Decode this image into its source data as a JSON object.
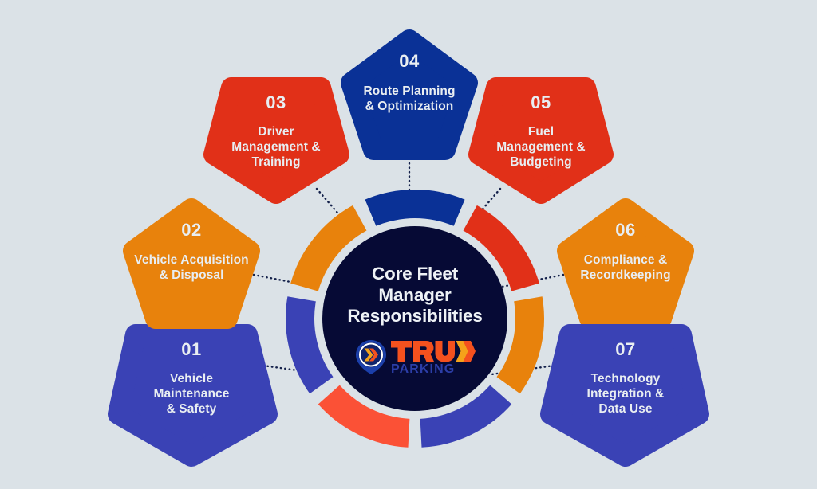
{
  "background_color": "#dbe2e7",
  "center": {
    "title": "Core Fleet\nManager\nResponsibilities",
    "disc_color": "#060a35",
    "title_color": "#eef2f6",
    "logo": {
      "wordmark": "TRUX",
      "subtext": "PARKING",
      "pin_glyph": "X",
      "wordmark_color": "#f4511e",
      "subtext_color": "#2c3ea8",
      "pin_color": "#1b3faa",
      "pin_accent_color": "#f5a21a"
    }
  },
  "ring": {
    "segments": [
      {
        "id": "seg-04",
        "color": "#0a3196",
        "label": "Route Planning & Optimization"
      },
      {
        "id": "seg-05",
        "color": "#e13018",
        "label": "Fuel Management & Budgeting"
      },
      {
        "id": "seg-06",
        "color": "#e8820c",
        "label": "Compliance & Recordkeeping"
      },
      {
        "id": "seg-07",
        "color": "#3a42b5",
        "label": "Technology Integration & Data Use"
      },
      {
        "id": "seg-01",
        "color": "#fb5136",
        "label": "Vehicle Maintenance & Safety"
      },
      {
        "id": "seg-02",
        "color": "#3a42b5",
        "label": "Vehicle Acquisition & Disposal"
      },
      {
        "id": "seg-03",
        "color": "#e8820c",
        "label": "Driver Management & Training"
      }
    ],
    "connector_color": "#13204a",
    "connector_style": "dotted"
  },
  "nodes": [
    {
      "id": "node-01",
      "number": "01",
      "title": "Vehicle\nMaintenance\n& Safety",
      "color": "#3a42b5",
      "orientation": "point-down"
    },
    {
      "id": "node-02",
      "number": "02",
      "title": "Vehicle Acquisition\n& Disposal",
      "color": "#e8820c",
      "orientation": "point-up"
    },
    {
      "id": "node-03",
      "number": "03",
      "title": "Driver\nManagement &\nTraining",
      "color": "#e13018",
      "orientation": "point-down"
    },
    {
      "id": "node-04",
      "number": "04",
      "title": "Route Planning\n& Optimization",
      "color": "#0a3196",
      "orientation": "point-up"
    },
    {
      "id": "node-05",
      "number": "05",
      "title": "Fuel\nManagement &\nBudgeting",
      "color": "#e13018",
      "orientation": "point-down"
    },
    {
      "id": "node-06",
      "number": "06",
      "title": "Compliance &\nRecordkeeping",
      "color": "#e8820c",
      "orientation": "point-up"
    },
    {
      "id": "node-07",
      "number": "07",
      "title": "Technology\nIntegration &\nData Use",
      "color": "#3a42b5",
      "orientation": "point-down"
    }
  ]
}
